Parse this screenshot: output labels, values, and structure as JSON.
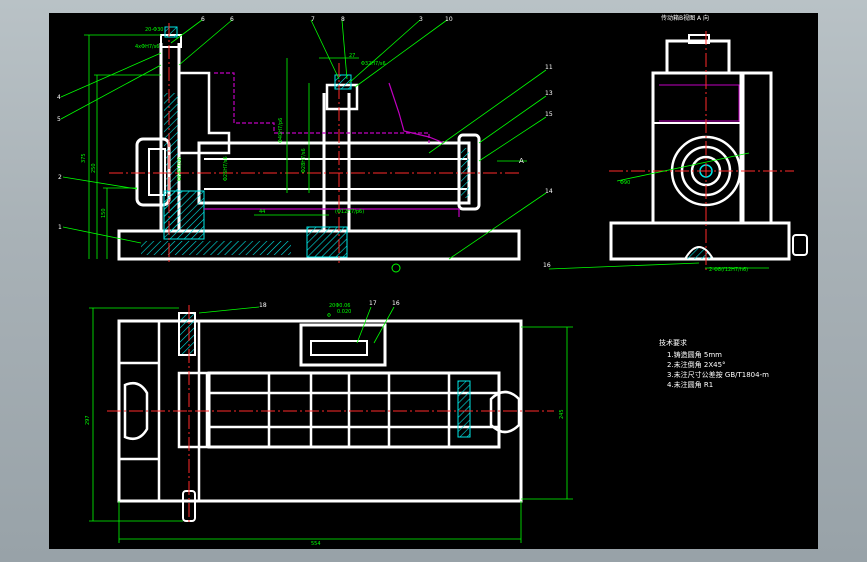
{
  "colors": {
    "background": "#000000",
    "outline": "#ffffff",
    "dimension": "#00ff00",
    "hatch": "#00e5e5",
    "center": "#ff2a2a",
    "hidden": "#c000c0",
    "text": "#ffffff"
  },
  "views": {
    "left_view_title": "传动箱B视图 A 向",
    "section_marker": "A"
  },
  "balloons": [
    "6",
    "6",
    "4",
    "5",
    "2",
    "1",
    "7",
    "8",
    "3",
    "10",
    "11",
    "13",
    "15",
    "14",
    "16",
    "18",
    "17",
    "16"
  ],
  "dimensions": {
    "front": [
      "20-Φ30",
      "4xΦH7/s6",
      "Φ64h7/s6",
      "Φ25H7/s6",
      "Φ40H7/p6",
      "Φ28H7/s6",
      "375",
      "250",
      "150",
      "44",
      "Φ32H7/s6",
      "27",
      "(Φ12H7/p6)"
    ],
    "left": [
      "Φ90",
      "2-Φ8(f12H7/h6)"
    ],
    "top": [
      "20Φ0.06",
      "0.020",
      "Φ",
      "297",
      "245",
      "554"
    ]
  },
  "tech_requirements": {
    "title": "技术要求",
    "items": [
      "1.铸造圆角 5mm",
      "2.未注倒角 2X45°",
      "3.未注尺寸公差按 GB/T1804-m",
      "4.未注圆角 R1"
    ]
  }
}
